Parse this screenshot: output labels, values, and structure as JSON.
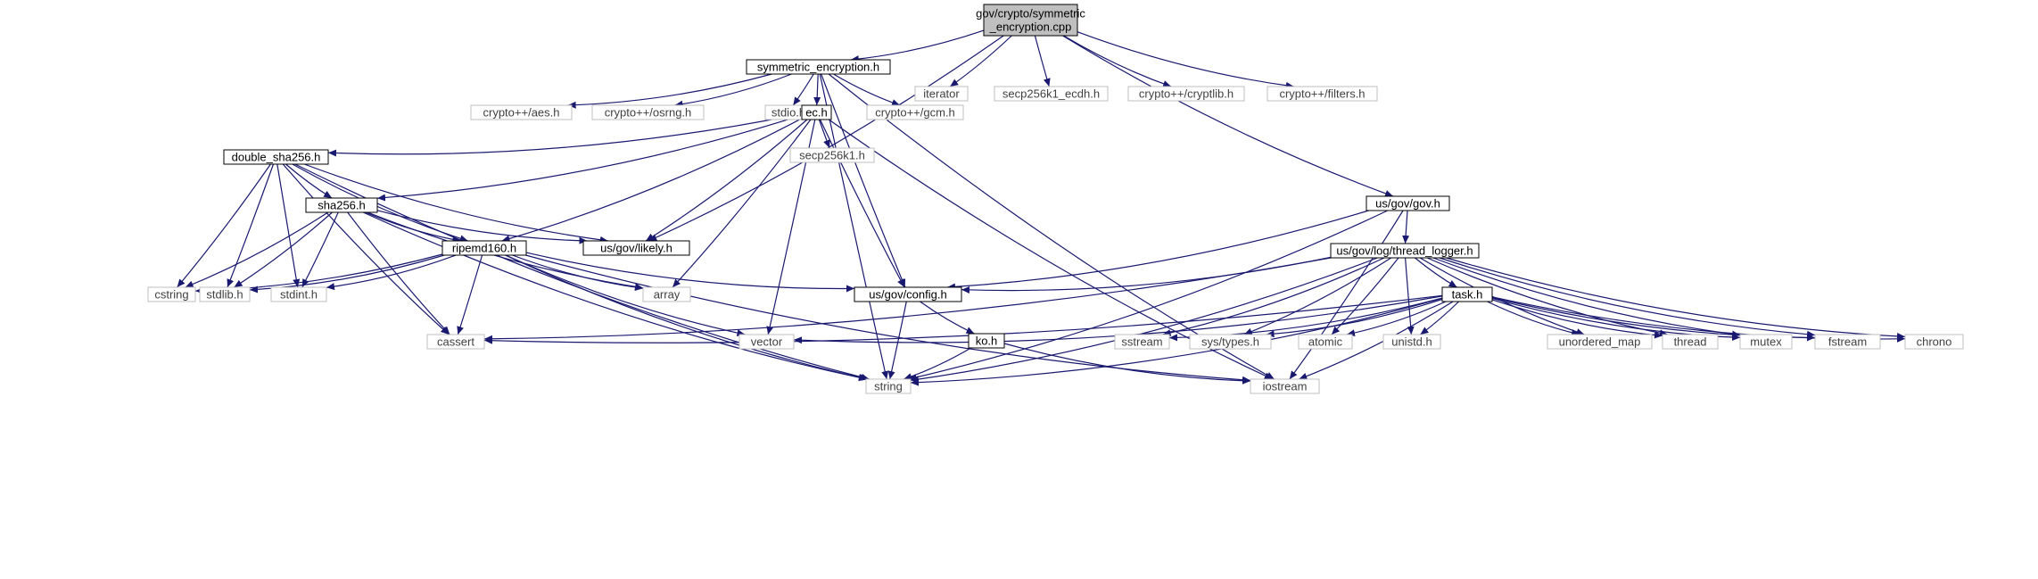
{
  "diagram": {
    "colors": {
      "edge": "#191970",
      "root_fill": "#bfbfbf",
      "root_border": "#000000",
      "documented_border": "#000000",
      "external_border": "#bfbfbf",
      "node_fill": "#ffffff",
      "external_text": "#404040",
      "text": "#000000"
    },
    "nodes": [
      {
        "id": "root",
        "lines": [
          "gov/crypto/symmetric",
          "_encryption.cpp"
        ],
        "kind": "root"
      },
      {
        "id": "sym",
        "lines": [
          "symmetric_encryption.h"
        ],
        "kind": "documented"
      },
      {
        "id": "iterator",
        "lines": [
          "iterator"
        ],
        "kind": "external"
      },
      {
        "id": "ecdh",
        "lines": [
          "secp256k1_ecdh.h"
        ],
        "kind": "external"
      },
      {
        "id": "cryptlib",
        "lines": [
          "crypto++/cryptlib.h"
        ],
        "kind": "external"
      },
      {
        "id": "filters",
        "lines": [
          "crypto++/filters.h"
        ],
        "kind": "external"
      },
      {
        "id": "aes",
        "lines": [
          "crypto++/aes.h"
        ],
        "kind": "external"
      },
      {
        "id": "osrng",
        "lines": [
          "crypto++/osrng.h"
        ],
        "kind": "external"
      },
      {
        "id": "stdio",
        "lines": [
          "stdio.h"
        ],
        "kind": "external"
      },
      {
        "id": "ec",
        "lines": [
          "ec.h"
        ],
        "kind": "documented"
      },
      {
        "id": "gcm",
        "lines": [
          "crypto++/gcm.h"
        ],
        "kind": "external"
      },
      {
        "id": "secp",
        "lines": [
          "secp256k1.h"
        ],
        "kind": "external"
      },
      {
        "id": "dsha",
        "lines": [
          "double_sha256.h"
        ],
        "kind": "documented"
      },
      {
        "id": "sha",
        "lines": [
          "sha256.h"
        ],
        "kind": "documented"
      },
      {
        "id": "likely",
        "lines": [
          "us/gov/likely.h"
        ],
        "kind": "documented"
      },
      {
        "id": "ripemd",
        "lines": [
          "ripemd160.h"
        ],
        "kind": "documented"
      },
      {
        "id": "govh",
        "lines": [
          "us/gov/gov.h"
        ],
        "kind": "documented"
      },
      {
        "id": "tlog",
        "lines": [
          "us/gov/log/thread_logger.h"
        ],
        "kind": "documented"
      },
      {
        "id": "config",
        "lines": [
          "us/gov/config.h"
        ],
        "kind": "documented"
      },
      {
        "id": "task",
        "lines": [
          "task.h"
        ],
        "kind": "documented"
      },
      {
        "id": "ko",
        "lines": [
          "ko.h"
        ],
        "kind": "documented"
      },
      {
        "id": "cstring",
        "lines": [
          "cstring"
        ],
        "kind": "external"
      },
      {
        "id": "stdlib",
        "lines": [
          "stdlib.h"
        ],
        "kind": "external"
      },
      {
        "id": "stdint",
        "lines": [
          "stdint.h"
        ],
        "kind": "external"
      },
      {
        "id": "array",
        "lines": [
          "array"
        ],
        "kind": "external"
      },
      {
        "id": "cassert",
        "lines": [
          "cassert"
        ],
        "kind": "external"
      },
      {
        "id": "vector",
        "lines": [
          "vector"
        ],
        "kind": "external"
      },
      {
        "id": "sstream",
        "lines": [
          "sstream"
        ],
        "kind": "external"
      },
      {
        "id": "systypes",
        "lines": [
          "sys/types.h"
        ],
        "kind": "external"
      },
      {
        "id": "atomic",
        "lines": [
          "atomic"
        ],
        "kind": "external"
      },
      {
        "id": "unistd",
        "lines": [
          "unistd.h"
        ],
        "kind": "external"
      },
      {
        "id": "umap",
        "lines": [
          "unordered_map"
        ],
        "kind": "external"
      },
      {
        "id": "thread",
        "lines": [
          "thread"
        ],
        "kind": "external"
      },
      {
        "id": "mutex",
        "lines": [
          "mutex"
        ],
        "kind": "external"
      },
      {
        "id": "fstream",
        "lines": [
          "fstream"
        ],
        "kind": "external"
      },
      {
        "id": "chrono",
        "lines": [
          "chrono"
        ],
        "kind": "external"
      },
      {
        "id": "string",
        "lines": [
          "string"
        ],
        "kind": "external"
      },
      {
        "id": "iostream",
        "lines": [
          "iostream"
        ],
        "kind": "external"
      }
    ],
    "edges": [
      [
        "root",
        "sym"
      ],
      [
        "root",
        "iterator"
      ],
      [
        "root",
        "ecdh"
      ],
      [
        "root",
        "cryptlib"
      ],
      [
        "root",
        "filters"
      ],
      [
        "root",
        "likely"
      ],
      [
        "root",
        "govh"
      ],
      [
        "sym",
        "aes"
      ],
      [
        "sym",
        "osrng"
      ],
      [
        "sym",
        "stdio"
      ],
      [
        "sym",
        "ec"
      ],
      [
        "sym",
        "gcm"
      ],
      [
        "sym",
        "string"
      ],
      [
        "sym",
        "config"
      ],
      [
        "sym",
        "iostream"
      ],
      [
        "ec",
        "secp"
      ],
      [
        "ec",
        "dsha"
      ],
      [
        "ec",
        "sha"
      ],
      [
        "ec",
        "ripemd"
      ],
      [
        "ec",
        "likely"
      ],
      [
        "ec",
        "array"
      ],
      [
        "ec",
        "vector"
      ],
      [
        "ec",
        "config"
      ],
      [
        "ec",
        "iostream"
      ],
      [
        "dsha",
        "sha"
      ],
      [
        "dsha",
        "ripemd"
      ],
      [
        "dsha",
        "likely"
      ],
      [
        "dsha",
        "cstring"
      ],
      [
        "dsha",
        "stdlib"
      ],
      [
        "dsha",
        "stdint"
      ],
      [
        "dsha",
        "cassert"
      ],
      [
        "dsha",
        "string"
      ],
      [
        "sha",
        "likely"
      ],
      [
        "sha",
        "ripemd"
      ],
      [
        "sha",
        "array"
      ],
      [
        "sha",
        "cstring"
      ],
      [
        "sha",
        "stdlib"
      ],
      [
        "sha",
        "stdint"
      ],
      [
        "sha",
        "cassert"
      ],
      [
        "sha",
        "string"
      ],
      [
        "ripemd",
        "config"
      ],
      [
        "ripemd",
        "array"
      ],
      [
        "ripemd",
        "vector"
      ],
      [
        "ripemd",
        "cstring"
      ],
      [
        "ripemd",
        "stdlib"
      ],
      [
        "ripemd",
        "stdint"
      ],
      [
        "ripemd",
        "cassert"
      ],
      [
        "ripemd",
        "string"
      ],
      [
        "ripemd",
        "iostream"
      ],
      [
        "govh",
        "tlog"
      ],
      [
        "govh",
        "config"
      ],
      [
        "govh",
        "string"
      ],
      [
        "govh",
        "iostream"
      ],
      [
        "tlog",
        "config"
      ],
      [
        "tlog",
        "task"
      ],
      [
        "tlog",
        "cassert"
      ],
      [
        "tlog",
        "sstream"
      ],
      [
        "tlog",
        "systypes"
      ],
      [
        "tlog",
        "atomic"
      ],
      [
        "tlog",
        "unistd"
      ],
      [
        "tlog",
        "umap"
      ],
      [
        "tlog",
        "thread"
      ],
      [
        "tlog",
        "mutex"
      ],
      [
        "tlog",
        "fstream"
      ],
      [
        "tlog",
        "chrono"
      ],
      [
        "tlog",
        "string"
      ],
      [
        "config",
        "ko"
      ],
      [
        "config",
        "string"
      ],
      [
        "task",
        "cassert"
      ],
      [
        "task",
        "vector"
      ],
      [
        "task",
        "sstream"
      ],
      [
        "task",
        "systypes"
      ],
      [
        "task",
        "atomic"
      ],
      [
        "task",
        "unistd"
      ],
      [
        "task",
        "umap"
      ],
      [
        "task",
        "thread"
      ],
      [
        "task",
        "mutex"
      ],
      [
        "task",
        "fstream"
      ],
      [
        "task",
        "chrono"
      ],
      [
        "task",
        "string"
      ],
      [
        "task",
        "iostream"
      ],
      [
        "ko",
        "string"
      ],
      [
        "ko",
        "iostream"
      ]
    ]
  }
}
